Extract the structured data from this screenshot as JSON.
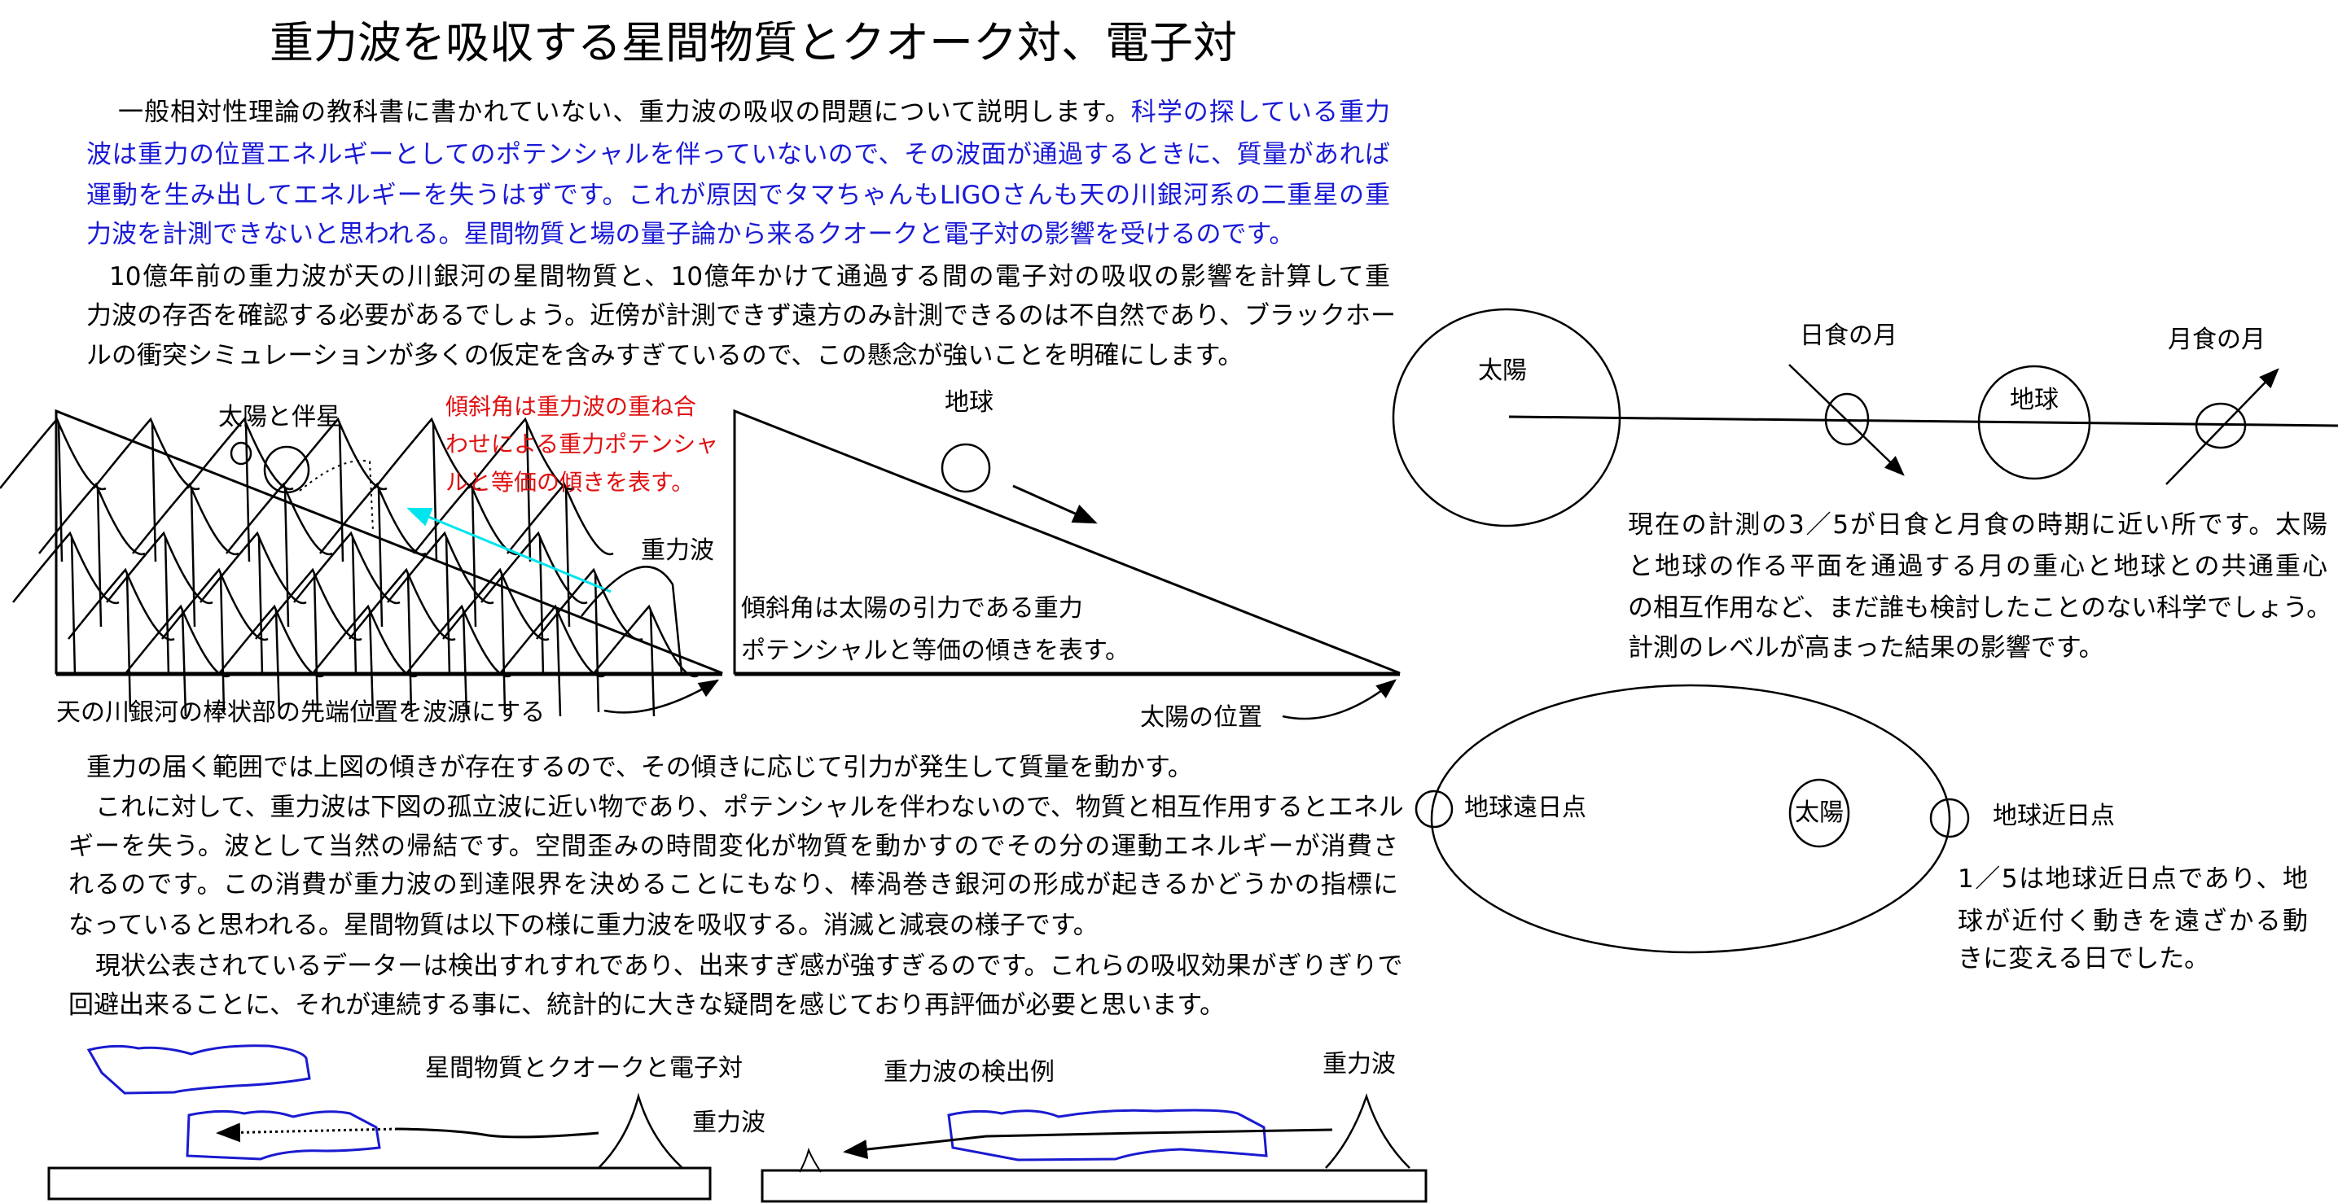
{
  "title": "重力波を吸収する星間物質とクオーク対、電子対",
  "intro": {
    "line1_black": "一般相対性理論の教科書に書かれていない、重力波の吸収の問題について説明します。",
    "line1_blue": "科学の探している重力",
    "blue_lines": [
      "波は重力の位置エネルギーとしてのポテンシャルを伴っていないので、その波面が通過するときに、質量があれば",
      "運動を生み出してエネルギーを失うはずです。これが原因でタマちゃんもLIGOさんも天の川銀河系の二重星の重",
      "力波を計測できないと思われる。星間物質と場の量子論から来るクオークと電子対の影響を受けるのです。"
    ],
    "black_lines": [
      "10億年前の重力波が天の川銀河の星間物質と、10億年かけて通過する間の電子対の吸収の影響を計算して重",
      "力波の存否を確認する必要があるでしょう。近傍が計測できず遠方のみ計測できるのは不自然であり、ブラックホー",
      "ルの衝突シミュレーションが多くの仮定を含みすぎているので、この懸念が強いことを明確にします。"
    ]
  },
  "diagram_left": {
    "sun_companion": "太陽と伴星",
    "red_note": [
      "傾斜角は重力波の重ね合",
      "わせによる重力ポテンシャ",
      "ルと等価の傾きを表す。"
    ],
    "gravity_wave": "重力波",
    "source_label": "天の川銀河の棒状部の先端位置を波源にする"
  },
  "diagram_mid": {
    "earth": "地球",
    "note": [
      "傾斜角は太陽の引力である重力",
      "ポテンシャルと等価の傾きを表す。"
    ],
    "sun_position": "太陽の位置"
  },
  "eclipse": {
    "sun": "太陽",
    "solar_moon": "日食の月",
    "earth": "地球",
    "lunar_moon": "月食の月",
    "text": [
      "現在の計測の3／5が日食と月食の時期に近い所です。太陽",
      "と地球の作る平面を通過する月の重心と地球との共通重心",
      "の相互作用など、まだ誰も検討したことのない科学でしょう。",
      "計測のレベルが高まった結果の影響です。"
    ]
  },
  "orbit": {
    "aphelion": "地球遠日点",
    "sun": "太陽",
    "perihelion": "地球近日点",
    "text": [
      "1／5は地球近日点であり、地",
      "球が近付く動きを遠ざかる動",
      "きに変える日でした。"
    ]
  },
  "body2": {
    "lines": [
      "重力の届く範囲では上図の傾きが存在するので、その傾きに応じて引力が発生して質量を動かす。",
      "これに対して、重力波は下図の孤立波に近い物であり、ポテンシャルを伴わないので、物質と相互作用するとエネル",
      "ギーを失う。波として当然の帰結です。空間歪みの時間変化が物質を動かすのでその分の運動エネルギーが消費さ",
      "れるのです。この消費が重力波の到達限界を決めることにもなり、棒渦巻き銀河の形成が起きるかどうかの指標に",
      "なっていると思われる。星間物質は以下の様に重力波を吸収する。消滅と減衰の様子です。",
      "現状公表されているデーターは検出すれすれであり、出来すぎ感が強すぎるのです。これらの吸収効果がぎりぎりで",
      "回避出来ることに、それが連続する事に、統計的に大きな疑問を感じており再評価が必要と思います。"
    ]
  },
  "bottom": {
    "matter_label": "星間物質とクオークと電子対",
    "wave_left": "重力波",
    "detection_label": "重力波の検出例",
    "wave_right": "重力波"
  },
  "colors": {
    "blue": "#1a1ad6",
    "red": "#e01010",
    "cyan": "#00e5ee",
    "blob": "#1a1ad0"
  }
}
